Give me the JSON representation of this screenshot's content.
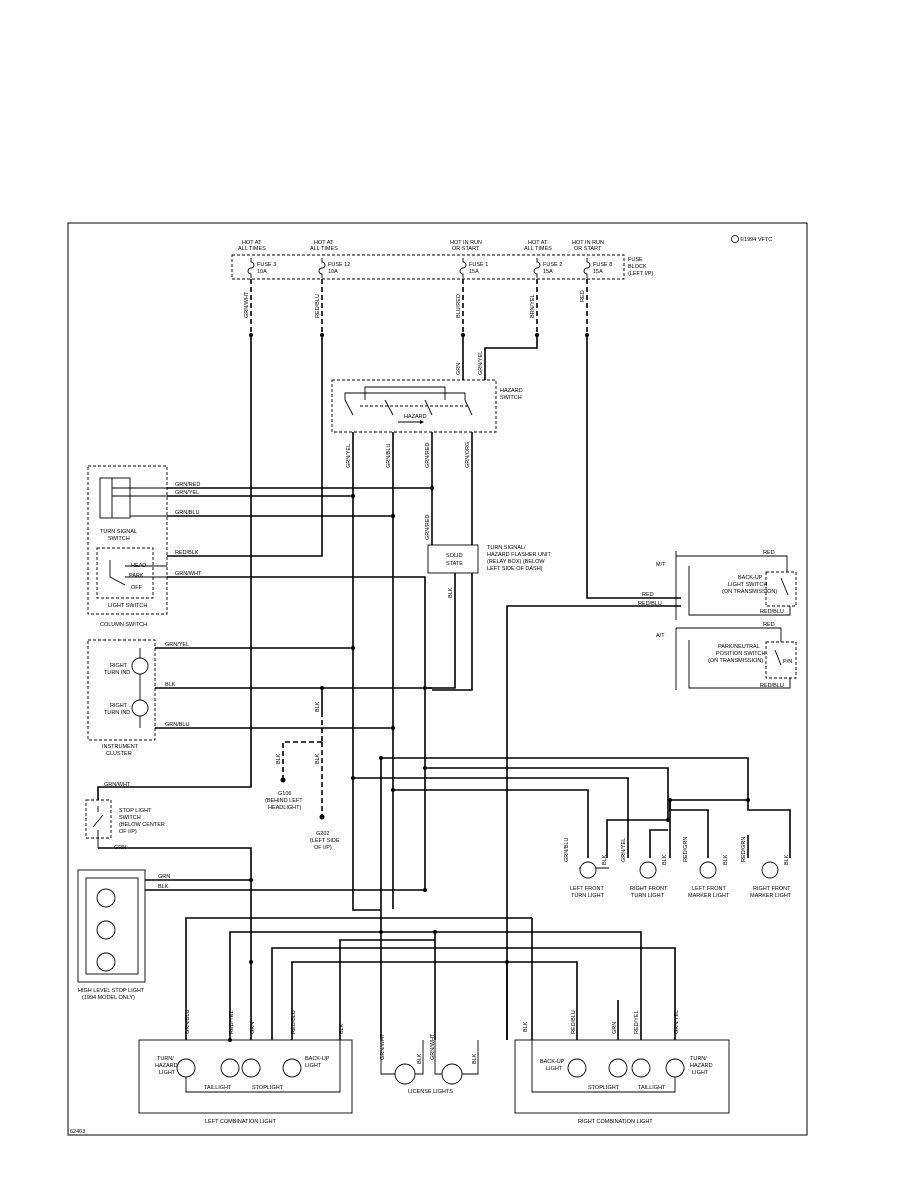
{
  "copyright": "©1994 VFTC",
  "fig_id": "62463",
  "fuse_block": {
    "label": [
      "FUSE",
      "BLOCK",
      "(LEFT I/P)"
    ],
    "fuses": [
      {
        "hot": [
          "HOT AT",
          "ALL TIMES"
        ],
        "name": "FUSE 3",
        "rating": "10A",
        "wire": "GRN/WHT"
      },
      {
        "hot": [
          "HOT AT",
          "ALL TIMES"
        ],
        "name": "FUSE 12",
        "rating": "10A",
        "wire": "RED/BLU"
      },
      {
        "hot": [
          "HOT IN RUN",
          "OR START"
        ],
        "name": "FUSE 1",
        "rating": "15A",
        "wire": "BLU/RED"
      },
      {
        "hot": [
          "HOT AT",
          "ALL TIMES"
        ],
        "name": "FUSE 2",
        "rating": "15A",
        "wire": "BRN/YEL"
      },
      {
        "hot": [
          "HOT IN RUN",
          "OR START"
        ],
        "name": "FUSE 8",
        "rating": "15A",
        "wire": "RED"
      }
    ]
  },
  "hazard_switch": {
    "label": [
      "HAZARD",
      "SWITCH"
    ],
    "inner": "HAZARD",
    "top_wires": [
      "GRN",
      "GRN/YEL"
    ],
    "bottom_wires": [
      "GRN/YEL",
      "GRN/BLU",
      "GRN/RED",
      "GRN/ORG"
    ]
  },
  "column_switch": {
    "label": "COLUMN SWITCH",
    "turn_signal": {
      "label": [
        "TURN SIGNAL",
        "SWITCH"
      ],
      "wires": [
        "GRN/RED",
        "GRN/YEL",
        "GRN/BLU"
      ]
    },
    "light_switch": {
      "label": "LIGHT SWITCH",
      "positions": [
        "HEAD",
        "PARK",
        "OFF"
      ],
      "wires": [
        "RED/BLK",
        "GRN/WHT"
      ]
    }
  },
  "flasher": {
    "inner": [
      "SOLID",
      "STATE"
    ],
    "label": [
      "TURN SIGNAL/",
      "HAZARD FLASHER UNIT",
      "(RELAY BOX) (BELOW",
      "LEFT SIDE OF DASH)"
    ],
    "wires": [
      "GRN/RED",
      "BLK"
    ]
  },
  "instrument_cluster": {
    "label": [
      "INSTRUMENT",
      "CLUSTER"
    ],
    "indicators": [
      [
        "RIGHT",
        "TURN IND"
      ],
      [
        "RIGHT",
        "TURN IND"
      ]
    ],
    "wires": [
      "GRN/YEL",
      "BLK",
      "GRN/BLU"
    ]
  },
  "grounds": [
    {
      "id": "G106",
      "desc": [
        "(BEHIND LEFT",
        "HEADLIGHT)"
      ],
      "wire": "BLK"
    },
    {
      "id": "G202",
      "desc": [
        "(LEFT SIDE",
        "OF I/P)"
      ],
      "wire": "BLK"
    }
  ],
  "stop_light_switch": {
    "label": [
      "STOP LIGHT",
      "SWITCH",
      "(BELOW CENTER",
      "OF I/P)"
    ],
    "wires": [
      "GRN/WHT",
      "GRN"
    ]
  },
  "high_level": {
    "label": [
      "HIGH LEVEL STOP LIGHT",
      "(1994 MODEL ONLY)"
    ],
    "wires": [
      "GRN",
      "BLK"
    ]
  },
  "mt_switch": {
    "tag": "M/T",
    "label": [
      "BACK-UP",
      "LIGHT SWITCH",
      "(ON TRANSMISSION)"
    ],
    "wires": [
      "RED",
      "RED/BLU"
    ]
  },
  "at_switch": {
    "tag": "A/T",
    "label": [
      "PARK/NEUTRAL",
      "POSITION SWITCH",
      "(ON TRANSMISSION)"
    ],
    "pin": "P/N",
    "wires": [
      "RED",
      "RED/BLU"
    ]
  },
  "front_lights": [
    {
      "label": [
        "LEFT FRONT",
        "TURN LIGHT"
      ],
      "wires": [
        "GRN/BLU",
        "BLK"
      ]
    },
    {
      "label": [
        "RIGHT FRONT",
        "TURN LIGHT"
      ],
      "wires": [
        "GRN/YEL",
        "BLK"
      ]
    },
    {
      "label": [
        "LEFT FRONT",
        "MARKER LIGHT"
      ],
      "wires": [
        "RED/GRN",
        "BLK"
      ]
    },
    {
      "label": [
        "RIGHT FRONT",
        "MARKER LIGHT"
      ],
      "wires": [
        "RED/GRN",
        "BLK"
      ]
    }
  ],
  "left_combination": {
    "label": "LEFT COMBINATION LIGHT",
    "wires": [
      "GRN/BLU",
      "RED/YEL",
      "GRN",
      "RED/BLU",
      "BLK"
    ],
    "lamps": [
      [
        "TURN/",
        "HAZARD",
        "LIGHT"
      ],
      [
        "BACK-UP",
        "LIGHT"
      ]
    ],
    "sub": [
      "TAILLIGHT",
      "STOPLIGHT"
    ]
  },
  "license_lights": {
    "label": "LICENSE LIGHTS",
    "wires": [
      "GRN/WHT",
      "BLK",
      "GRN/WHT",
      "BLK"
    ]
  },
  "right_combination": {
    "label": "RIGHT COMBINATION LIGHT",
    "wires": [
      "BLK",
      "RED/BLU",
      "GRN",
      "RED/YEL",
      "GRN/YEL"
    ],
    "lamps": [
      [
        "BACK-UP",
        "LIGHT"
      ],
      [
        "TURN/",
        "HAZARD",
        "LIGHT"
      ]
    ],
    "sub": [
      "STOPLIGHT",
      "TAILLIGHT"
    ]
  }
}
